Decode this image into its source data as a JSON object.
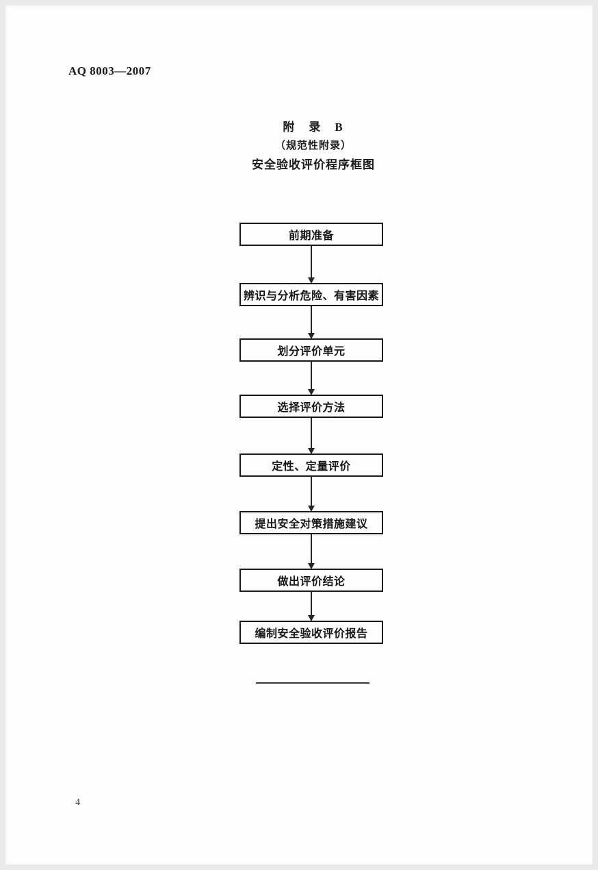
{
  "header": {
    "standard_number": "AQ 8003—2007"
  },
  "title": {
    "line1": "附　录　B",
    "line2": "（规范性附录）",
    "line3": "安全验收评价程序框图"
  },
  "flowchart": {
    "type": "vertical-flow",
    "steps": [
      "前期准备",
      "辨识与分析危险、有害因素",
      "划分评价单元",
      "选择评价方法",
      "定性、定量评价",
      "提出安全对策措施建议",
      "做出评价结论",
      "编制安全验收评价报告"
    ]
  },
  "footer": {
    "page_number": "4"
  },
  "colors": {
    "ink": "#1b1b1b",
    "page": "#fdfdfd",
    "frame": "#e9e9e9"
  }
}
